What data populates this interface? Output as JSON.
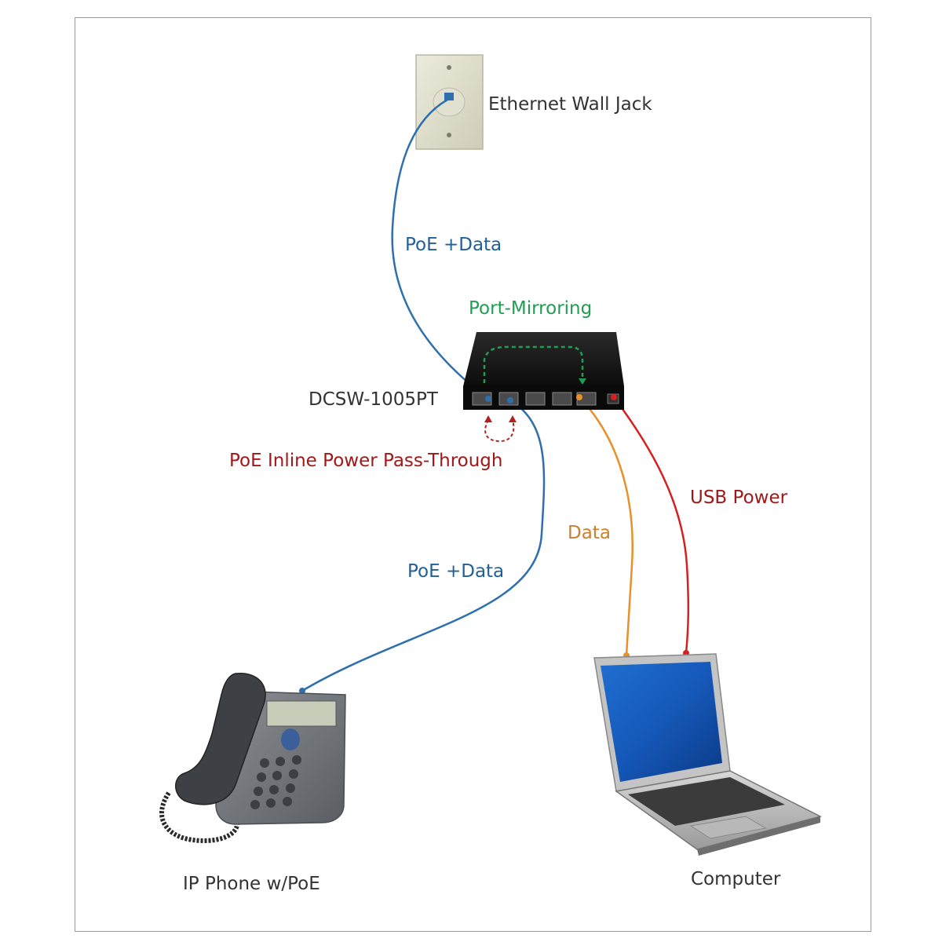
{
  "labels": {
    "wall_jack": "Ethernet Wall Jack",
    "poe_data_top": "PoE +Data",
    "port_mirroring": "Port-Mirroring",
    "switch_model": "DCSW-1005PT",
    "poe_passthrough": "PoE Inline Power Pass-Through",
    "usb_power": "USB Power",
    "data": "Data",
    "poe_data_bottom": "PoE +Data",
    "ip_phone": "IP Phone w/PoE",
    "computer": "Computer"
  },
  "colors": {
    "poe_cable": "#2e6fae",
    "poe_text": "#1f5f9a",
    "data_cable": "#e8902a",
    "data_text": "#c9812e",
    "usb_cable": "#d42020",
    "usb_text": "#a01818",
    "mirror": "#1f9e52",
    "passthrough": "#b02222",
    "switch_body": "#141414",
    "frame": "#9a9a9a"
  }
}
